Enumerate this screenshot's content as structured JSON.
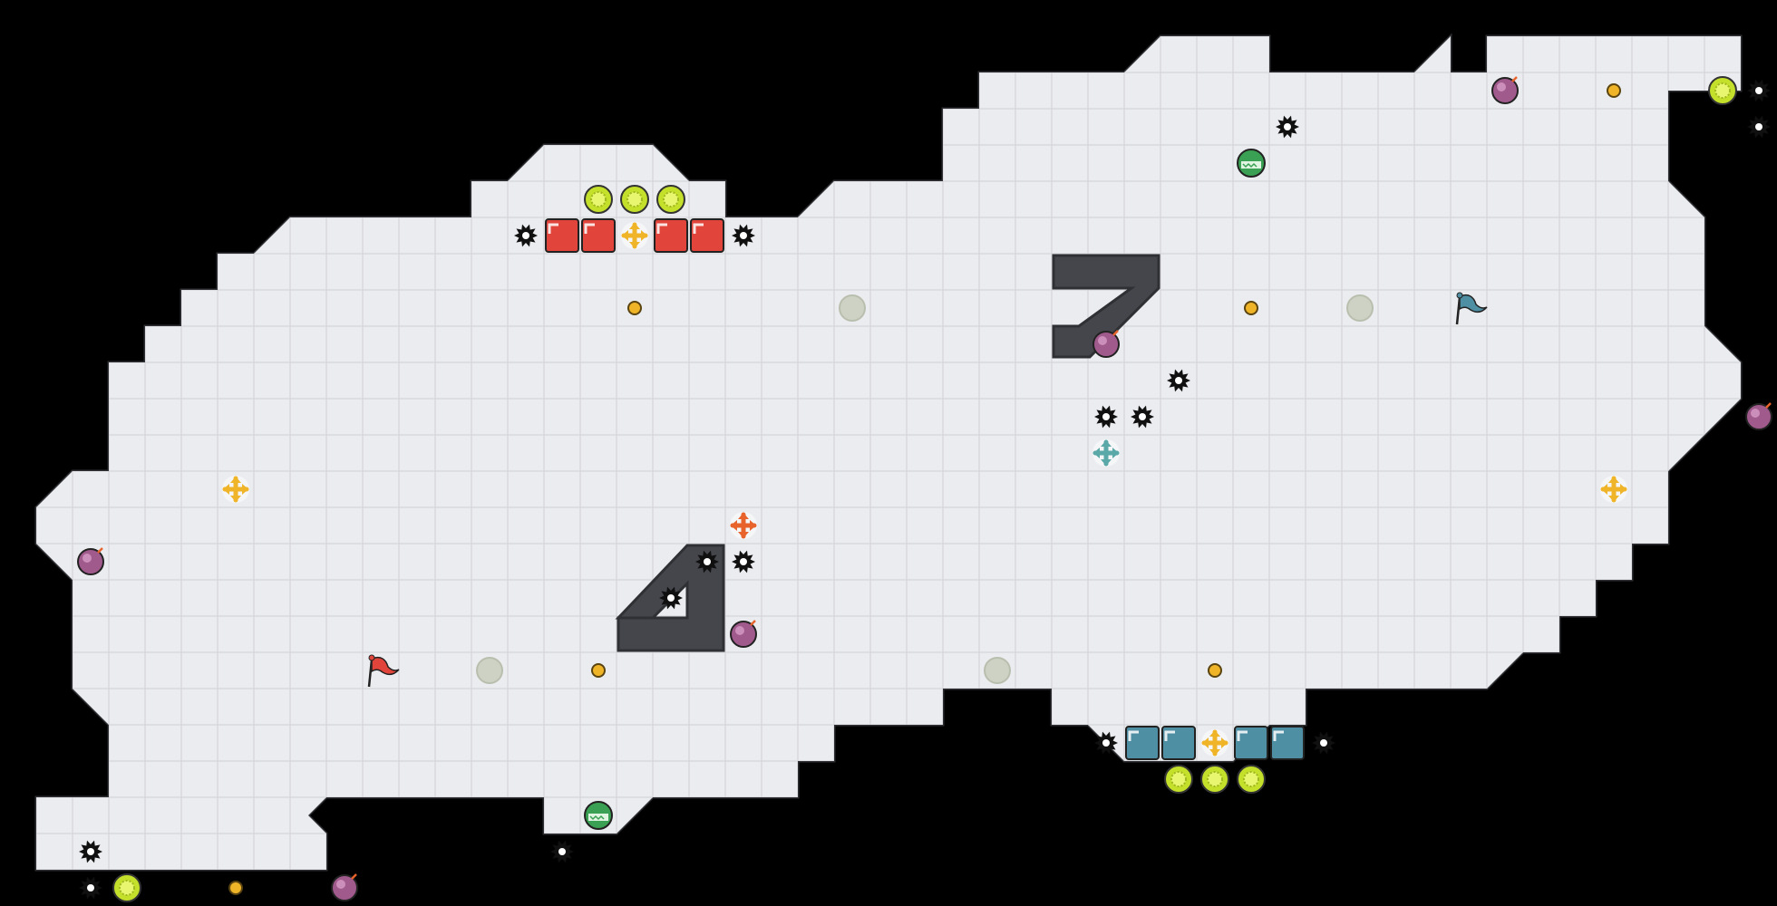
{
  "scene": {
    "colors": {
      "background": "#000000",
      "wall": "#45464c",
      "floor": "#ebecef",
      "grid_line": "#d4d5d9",
      "red_team": "#e0443a",
      "blue_team": "#4f8fa3",
      "powerup": "#f0b429",
      "neutral_powerup": "#e8632c",
      "teal_powerup": "#5aa8a8",
      "spike": "#101010",
      "bomb": "#a05a8c",
      "boost": "#c4e02a",
      "jukejuice": "#3aa053",
      "portal_inactive": "#cdd2c4",
      "gold": "#f0b429"
    },
    "flags": [
      {
        "id": "red-flag",
        "team": "red",
        "col": 9,
        "row": 17
      },
      {
        "id": "blue-flag",
        "team": "blue",
        "col": 39,
        "row": 7
      }
    ],
    "spikes": [
      {
        "col": 13,
        "row": 5
      },
      {
        "col": 19,
        "row": 5
      },
      {
        "col": 34,
        "row": 2
      },
      {
        "col": 47,
        "row": 1
      },
      {
        "col": 47,
        "row": 2
      },
      {
        "col": 31,
        "row": 9
      },
      {
        "col": 29,
        "row": 10
      },
      {
        "col": 30,
        "row": 10
      },
      {
        "col": 18,
        "row": 14
      },
      {
        "col": 19,
        "row": 14
      },
      {
        "col": 17,
        "row": 15
      },
      {
        "col": 29,
        "row": 19
      },
      {
        "col": 35,
        "row": 19
      },
      {
        "col": 1,
        "row": 22
      },
      {
        "col": 1,
        "row": 23
      },
      {
        "col": 14,
        "row": 22
      }
    ],
    "bombs": [
      {
        "col": 40,
        "row": 1
      },
      {
        "col": 29,
        "row": 8
      },
      {
        "col": 47,
        "row": 10
      },
      {
        "col": 1,
        "row": 14
      },
      {
        "col": 19,
        "row": 16
      },
      {
        "col": 8,
        "row": 23
      }
    ],
    "boosts": [
      {
        "col": 15,
        "row": 4
      },
      {
        "col": 16,
        "row": 4
      },
      {
        "col": 17,
        "row": 4
      },
      {
        "col": 46,
        "row": 1
      },
      {
        "col": 31,
        "row": 20
      },
      {
        "col": 32,
        "row": 20
      },
      {
        "col": 33,
        "row": 20
      },
      {
        "col": 2,
        "row": 23
      }
    ],
    "jukejuice": [
      {
        "col": 33,
        "row": 3
      },
      {
        "col": 15,
        "row": 21
      }
    ],
    "gates": [
      {
        "team": "red",
        "col": 14,
        "row": 5
      },
      {
        "team": "red",
        "col": 15,
        "row": 5
      },
      {
        "team": "red",
        "col": 17,
        "row": 5
      },
      {
        "team": "red",
        "col": 18,
        "row": 5
      },
      {
        "team": "blue",
        "col": 30,
        "row": 19
      },
      {
        "team": "blue",
        "col": 31,
        "row": 19
      },
      {
        "team": "blue",
        "col": 33,
        "row": 19
      },
      {
        "team": "blue",
        "col": 34,
        "row": 19
      }
    ],
    "powerups": [
      {
        "type": "gold",
        "col": 16,
        "row": 5
      },
      {
        "type": "gold",
        "col": 5,
        "row": 12
      },
      {
        "type": "gold",
        "col": 43,
        "row": 12
      },
      {
        "type": "gold",
        "col": 32,
        "row": 19
      },
      {
        "type": "orange",
        "col": 19,
        "row": 13
      },
      {
        "type": "teal",
        "col": 29,
        "row": 11
      }
    ],
    "coins": [
      {
        "col": 43,
        "row": 1
      },
      {
        "col": 16,
        "row": 7
      },
      {
        "col": 33,
        "row": 7
      },
      {
        "col": 15,
        "row": 17
      },
      {
        "col": 32,
        "row": 17
      },
      {
        "col": 5,
        "row": 23
      }
    ],
    "portals": [
      {
        "col": 22,
        "row": 7
      },
      {
        "col": 36,
        "row": 7
      },
      {
        "col": 12,
        "row": 17
      },
      {
        "col": 26,
        "row": 17
      }
    ]
  }
}
